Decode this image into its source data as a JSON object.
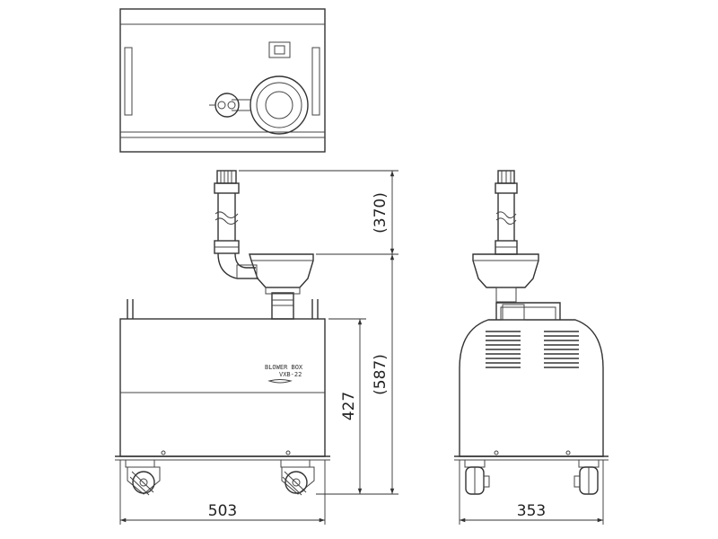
{
  "dimensions": {
    "overall_width": "503",
    "overall_depth": "353",
    "body_height": "427",
    "overall_height": "(587)",
    "pipe_height": "(370)"
  },
  "nameplate": {
    "line1": "BLOWER BOX",
    "line2": "VXB-22"
  },
  "colors": {
    "line": "#333333",
    "background": "#ffffff"
  }
}
